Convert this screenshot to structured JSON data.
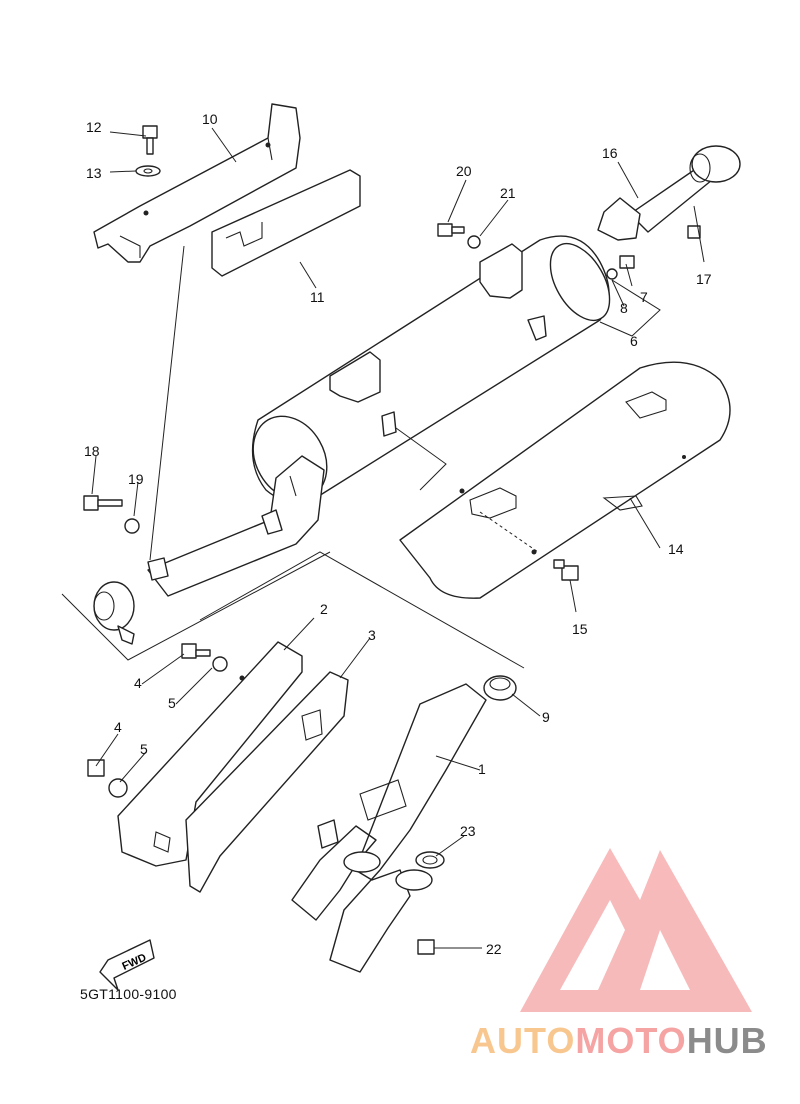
{
  "diagram": {
    "code": "5GT1100-9100",
    "fwd_label": "FWD",
    "callouts": [
      {
        "id": "c1",
        "text": "1"
      },
      {
        "id": "c2",
        "text": "2"
      },
      {
        "id": "c3",
        "text": "3"
      },
      {
        "id": "c4a",
        "text": "4"
      },
      {
        "id": "c4b",
        "text": "4"
      },
      {
        "id": "c5a",
        "text": "5"
      },
      {
        "id": "c5b",
        "text": "5"
      },
      {
        "id": "c6",
        "text": "6"
      },
      {
        "id": "c7",
        "text": "7"
      },
      {
        "id": "c8",
        "text": "8"
      },
      {
        "id": "c9",
        "text": "9"
      },
      {
        "id": "c10",
        "text": "10"
      },
      {
        "id": "c11",
        "text": "11"
      },
      {
        "id": "c12",
        "text": "12"
      },
      {
        "id": "c13",
        "text": "13"
      },
      {
        "id": "c14",
        "text": "14"
      },
      {
        "id": "c15",
        "text": "15"
      },
      {
        "id": "c16",
        "text": "16"
      },
      {
        "id": "c17",
        "text": "17"
      },
      {
        "id": "c18",
        "text": "18"
      },
      {
        "id": "c19",
        "text": "19"
      },
      {
        "id": "c20",
        "text": "20"
      },
      {
        "id": "c21",
        "text": "21"
      },
      {
        "id": "c22",
        "text": "22"
      },
      {
        "id": "c23",
        "text": "23"
      }
    ]
  },
  "watermark": {
    "part1": "AUTO",
    "part2": "MOTO",
    "part3": "HUB",
    "colors": {
      "orange": "#f8c78f",
      "red": "#f5a3a3",
      "gray": "#8b8b8b"
    }
  }
}
